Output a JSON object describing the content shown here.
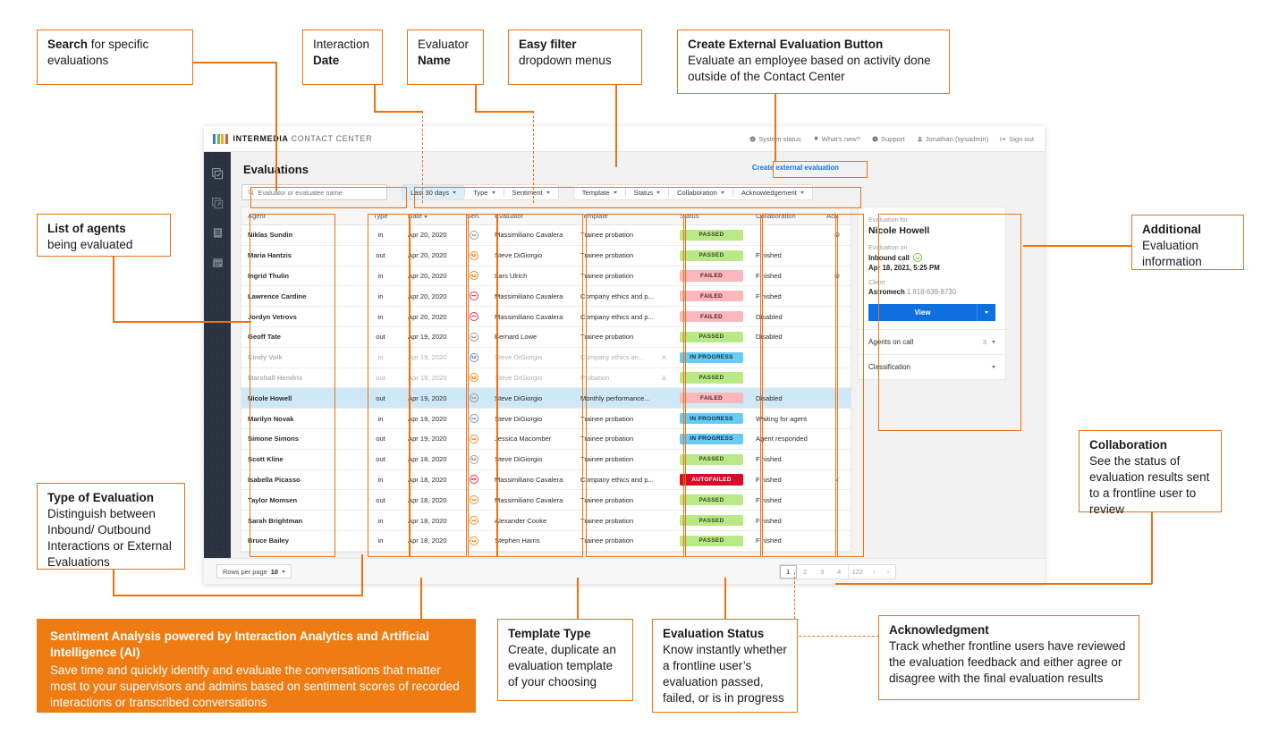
{
  "app": {
    "brand_primary": "INTERMEDIA",
    "brand_secondary": "CONTACT CENTER",
    "topnav": [
      {
        "label": "System status",
        "icon": "check-circle-icon"
      },
      {
        "label": "What's new?",
        "icon": "bell-icon"
      },
      {
        "label": "Support",
        "icon": "question-circle-icon"
      },
      {
        "label": "Jonathan (sysadmin)",
        "icon": "user-icon"
      },
      {
        "label": "Sign out",
        "icon": "sign-out-icon"
      }
    ],
    "rail_icons": [
      "evaluations-icon",
      "external-evaluation-icon",
      "reports-icon",
      "calendar-icon"
    ],
    "page_title": "Evaluations",
    "create_link": "Create external evaluation",
    "search": {
      "placeholder": "Evaluator or evaluatee name",
      "value": ""
    },
    "filters": [
      {
        "label": "Last 30 days",
        "active": true
      },
      {
        "label": "Type",
        "active": false
      },
      {
        "label": "Sentiment",
        "active": false
      }
    ],
    "filters2": [
      {
        "label": "Template"
      },
      {
        "label": "Status"
      },
      {
        "label": "Collaboration"
      },
      {
        "label": "Acknowledgement"
      }
    ],
    "table": {
      "columns": [
        "Agent",
        "",
        "Type",
        "Date",
        "Sen.",
        "Evaluator",
        "Template",
        "Status",
        "Collaboration",
        "Ack."
      ],
      "sorted_column": "Date",
      "rows": [
        {
          "agent": "Niklas Sundin",
          "type": "in",
          "date": "Apr 20, 2020",
          "sen": "neutral-grey",
          "evaluator": "Massimiliano Cavalera",
          "template": "Trainee probation",
          "status": "PASSED",
          "status_kind": "passed",
          "collab": "",
          "ack": "circle-slash",
          "dim": false,
          "sel": false,
          "wrench": false
        },
        {
          "agent": "Maria Hantzis",
          "type": "out",
          "date": "Apr 20, 2020",
          "sen": "neutral-orange",
          "evaluator": "Steve DiGiorgio",
          "template": "Trainee probation",
          "status": "PASSED",
          "status_kind": "passed",
          "collab": "Finished",
          "ack": "",
          "dim": false,
          "sel": false,
          "wrench": false
        },
        {
          "agent": "Ingrid Thulin",
          "type": "in",
          "date": "Apr 20, 2020",
          "sen": "neutral-orange",
          "evaluator": "Lars Ulrich",
          "template": "Trainee probation",
          "status": "FAILED",
          "status_kind": "failed",
          "collab": "Finished",
          "ack": "circle-slash",
          "dim": false,
          "sel": false,
          "wrench": false
        },
        {
          "agent": "Lawrence Cardine",
          "type": "in",
          "date": "Apr 20, 2020",
          "sen": "sad-red",
          "evaluator": "Massimiliano Cavalera",
          "template": "Company ethics and p...",
          "status": "FAILED",
          "status_kind": "failed",
          "collab": "Finished",
          "ack": "",
          "dim": false,
          "sel": false,
          "wrench": false
        },
        {
          "agent": "Jordyn Vetrovs",
          "type": "in",
          "date": "Apr 20, 2020",
          "sen": "sad-red",
          "evaluator": "Massimiliano Cavalera",
          "template": "Company ethics and p...",
          "status": "FAILED",
          "status_kind": "failed",
          "collab": "Disabled",
          "ack": "",
          "dim": false,
          "sel": false,
          "wrench": false
        },
        {
          "agent": "Geoff Tate",
          "type": "out",
          "date": "Apr 19, 2020",
          "sen": "neutral-grey",
          "evaluator": "Bernard Lowe",
          "template": "Trainee probation",
          "status": "PASSED",
          "status_kind": "passed",
          "collab": "Disabled",
          "ack": "",
          "dim": false,
          "sel": false,
          "wrench": false
        },
        {
          "agent": "Cindy Volk",
          "type": "in",
          "date": "Apr 19, 2020",
          "sen": "neutral-blue",
          "evaluator": "Steve DiGiorgio",
          "template": "Company ethics an...",
          "status": "IN PROGRESS",
          "status_kind": "progress",
          "collab": "",
          "ack": "",
          "dim": true,
          "sel": false,
          "wrench": true
        },
        {
          "agent": "Marshall Hendrix",
          "type": "out",
          "date": "Apr 19, 2020",
          "sen": "neutral-orange",
          "evaluator": "Steve DiGiorgio",
          "template": "Probation",
          "status": "PASSED",
          "status_kind": "passed",
          "collab": "",
          "ack": "",
          "dim": true,
          "sel": false,
          "wrench": true
        },
        {
          "agent": "Nicole Howell",
          "type": "out",
          "date": "Apr 19, 2020",
          "sen": "neutral-grey",
          "evaluator": "Steve DiGiorgio",
          "template": "Monthly performance...",
          "status": "FAILED",
          "status_kind": "failed",
          "collab": "Disabled",
          "ack": "",
          "dim": false,
          "sel": true,
          "wrench": false
        },
        {
          "agent": "Marilyn Novak",
          "type": "in",
          "date": "Apr 19, 2020",
          "sen": "neutral-blue",
          "evaluator": "Steve DiGiorgio",
          "template": "Trainee probation",
          "status": "IN PROGRESS",
          "status_kind": "progress",
          "collab": "Waiting for agent",
          "ack": "",
          "dim": false,
          "sel": false,
          "wrench": false
        },
        {
          "agent": "Simone Simons",
          "type": "out",
          "date": "Apr 19, 2020",
          "sen": "neutral-orange",
          "evaluator": "Jessica Macomber",
          "template": "Trainee probation",
          "status": "IN PROGRESS",
          "status_kind": "progress",
          "collab": "Agent responded",
          "ack": "",
          "dim": false,
          "sel": false,
          "wrench": false
        },
        {
          "agent": "Scott Kline",
          "type": "out",
          "date": "Apr 18, 2020",
          "sen": "neutral-grey",
          "evaluator": "Steve DiGiorgio",
          "template": "Trainee probation",
          "status": "PASSED",
          "status_kind": "passed",
          "collab": "Finished",
          "ack": "",
          "dim": false,
          "sel": false,
          "wrench": false
        },
        {
          "agent": "Isabella Picasso",
          "type": "in",
          "date": "Apr 18, 2020",
          "sen": "sad-red",
          "evaluator": "Massimiliano Cavalera",
          "template": "Company ethics and p...",
          "status": "AUTOFAILED",
          "status_kind": "autofailed",
          "collab": "Finished",
          "ack": "check",
          "dim": false,
          "sel": false,
          "wrench": false
        },
        {
          "agent": "Taylor Momsen",
          "type": "out",
          "date": "Apr 18, 2020",
          "sen": "neutral-orange",
          "evaluator": "Massimiliano Cavalera",
          "template": "Trainee probation",
          "status": "PASSED",
          "status_kind": "passed",
          "collab": "Finished",
          "ack": "",
          "dim": false,
          "sel": false,
          "wrench": false
        },
        {
          "agent": "Sarah Brightman",
          "type": "in",
          "date": "Apr 18, 2020",
          "sen": "neutral-orange",
          "evaluator": "Alexander Cooke",
          "template": "Trainee probation",
          "status": "PASSED",
          "status_kind": "passed",
          "collab": "Finished",
          "ack": "",
          "dim": false,
          "sel": false,
          "wrench": false
        },
        {
          "agent": "Bruce Bailey",
          "type": "in",
          "date": "Apr 18, 2020",
          "sen": "neutral-orange",
          "evaluator": "Stephen Harris",
          "template": "Trainee probation",
          "status": "PASSED",
          "status_kind": "passed",
          "collab": "Finished",
          "ack": "",
          "dim": false,
          "sel": false,
          "wrench": false
        }
      ]
    },
    "detail": {
      "label_for": "Evaluation for",
      "name": "Nicole Howell",
      "label_on": "Evaluation on",
      "interaction": "Inbound call",
      "datetime": "Apr 18, 2021, 5:25 PM",
      "label_client": "Client",
      "client_name": "Astromech",
      "client_phone": "1 818-639-8730",
      "view_button": "View",
      "agents_on_call_label": "Agents on call",
      "agents_on_call_count": "3",
      "classification_label": "Classification"
    },
    "footer": {
      "rows_per_page_label": "Rows per page",
      "rows_per_page_value": "10",
      "pages": [
        "1",
        "2",
        "3",
        "4",
        "122"
      ],
      "current_page": "1",
      "prev": "‹",
      "next": "›"
    }
  },
  "annotations": {
    "search": {
      "title": "Search",
      "rest": " for specific",
      "line2": "evaluations"
    },
    "date": {
      "line1": "Interaction",
      "line2": "Date"
    },
    "evaluator": {
      "line1": "Evaluator",
      "line2": "Name"
    },
    "easy_filter": {
      "title": "Easy filter",
      "line2": "dropdown menus"
    },
    "create_external": {
      "title": "Create External Evaluation Button",
      "body": "Evaluate an employee based on activity done outside of the Contact Center"
    },
    "agents": {
      "title": "List of agents",
      "body": "being evaluated"
    },
    "type": {
      "title": "Type of Evaluation",
      "body": "Distinguish between Inbound/ Outbound Interactions or External Evaluations"
    },
    "sentiment": {
      "title": "Sentiment Analysis powered by Interaction Analytics and Artificial Intelligence (AI)",
      "body": "Save time and quickly identify and evaluate the conversations that matter most to your supervisors and admins based on sentiment scores of recorded interactions or transcribed conversations"
    },
    "template": {
      "title": "Template Type",
      "body": "Create, duplicate an evaluation template of your choosing"
    },
    "status": {
      "title": "Evaluation Status",
      "body": "Know instantly whether a frontline user’s evaluation passed, failed, or is in progress"
    },
    "ack": {
      "title": "Acknowledgment",
      "body": "Track whether frontline users have reviewed the evaluation feedback and either agree or disagree with the final evaluation results"
    },
    "additional": {
      "title": "Additional",
      "body": "Evaluation information"
    },
    "collaboration": {
      "title": "Collaboration",
      "body": "See the status of evaluation results sent to a frontline user to review"
    }
  },
  "colors": {
    "accent": "#ec7211",
    "link": "#1273e6",
    "primary_button": "#0f6fe0",
    "sidebar": "#2b3240"
  }
}
